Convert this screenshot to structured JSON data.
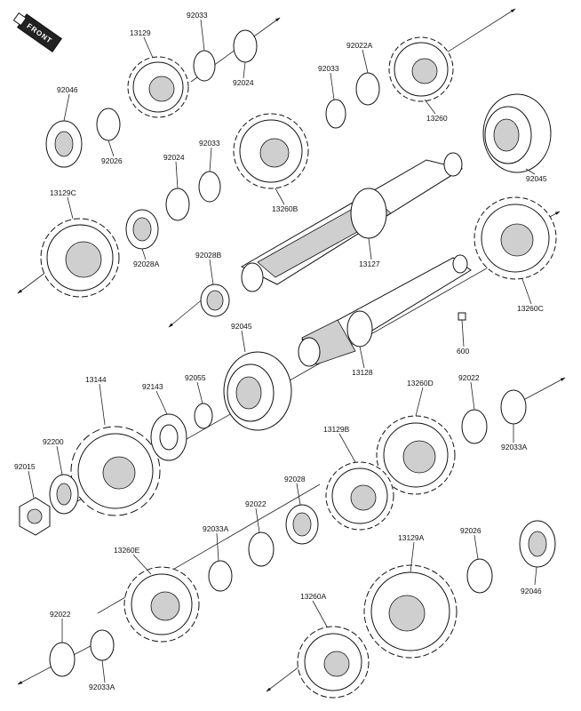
{
  "badge": {
    "text": "FRONT"
  },
  "labels": [
    {
      "id": "l-13129",
      "text": "13129"
    },
    {
      "id": "l-92033-a",
      "text": "92033"
    },
    {
      "id": "l-92024-a",
      "text": "92024"
    },
    {
      "id": "l-92046-a",
      "text": "92046"
    },
    {
      "id": "l-92026-a",
      "text": "92026"
    },
    {
      "id": "l-92033-b",
      "text": "92033"
    },
    {
      "id": "l-92022a",
      "text": "92022A"
    },
    {
      "id": "l-13260",
      "text": "13260"
    },
    {
      "id": "l-92045-a",
      "text": "92045"
    },
    {
      "id": "l-92033-c",
      "text": "92033"
    },
    {
      "id": "l-92024-b",
      "text": "92024"
    },
    {
      "id": "l-13260b",
      "text": "13260B"
    },
    {
      "id": "l-13129c",
      "text": "13129C"
    },
    {
      "id": "l-92028a",
      "text": "92028A"
    },
    {
      "id": "l-13127",
      "text": "13127"
    },
    {
      "id": "l-92028b",
      "text": "92028B"
    },
    {
      "id": "l-13260c",
      "text": "13260C"
    },
    {
      "id": "l-600",
      "text": "600"
    },
    {
      "id": "l-92045-b",
      "text": "92045"
    },
    {
      "id": "l-13128",
      "text": "13128"
    },
    {
      "id": "l-13144",
      "text": "13144"
    },
    {
      "id": "l-92143",
      "text": "92143"
    },
    {
      "id": "l-92055",
      "text": "92055"
    },
    {
      "id": "l-13260d",
      "text": "13260D"
    },
    {
      "id": "l-92022-a",
      "text": "92022"
    },
    {
      "id": "l-92033a-a",
      "text": "92033A"
    },
    {
      "id": "l-92200",
      "text": "92200"
    },
    {
      "id": "l-92015",
      "text": "92015"
    },
    {
      "id": "l-13129b",
      "text": "13129B"
    },
    {
      "id": "l-92028",
      "text": "92028"
    },
    {
      "id": "l-92022-b",
      "text": "92022"
    },
    {
      "id": "l-92033a-b",
      "text": "92033A"
    },
    {
      "id": "l-13260e",
      "text": "13260E"
    },
    {
      "id": "l-13129a",
      "text": "13129A"
    },
    {
      "id": "l-92026-b",
      "text": "92026"
    },
    {
      "id": "l-92046-b",
      "text": "92046"
    },
    {
      "id": "l-92022-c",
      "text": "92022"
    },
    {
      "id": "l-92033a-c",
      "text": "92033A"
    },
    {
      "id": "l-13260a",
      "text": "13260A"
    }
  ]
}
